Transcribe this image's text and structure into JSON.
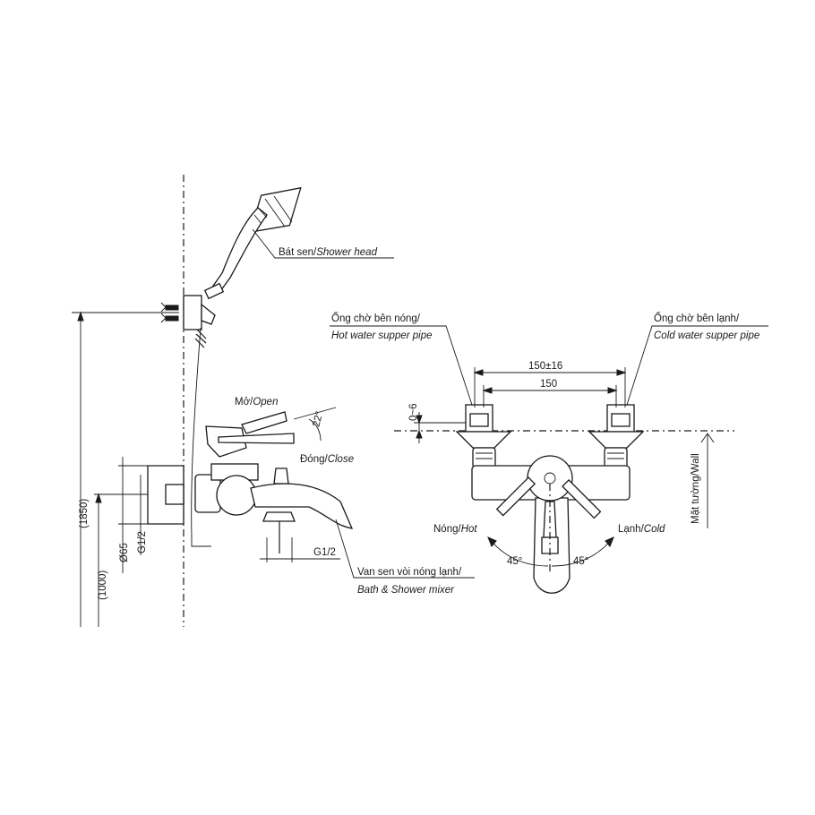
{
  "labels": {
    "shower_head_vi": "Bát sen/",
    "shower_head_en": "Shower head",
    "open_vi": "Mở/",
    "open_en": "Open",
    "close_vi": "Đóng/",
    "close_en": "Close",
    "angle_22": "22°",
    "hot_pipe_vi": "Ống chờ bên nóng/",
    "hot_pipe_en": "Hot water supper pipe",
    "cold_pipe_vi": "Ống chờ bên lạnh/",
    "cold_pipe_en": "Cold water supper pipe",
    "dim_150_16": "150±16",
    "dim_150": "150",
    "dim_0_6": "0~6",
    "wall": "Mặt tường/Wall",
    "hot_vi": "Nóng/",
    "hot_en": "Hot",
    "cold_vi": "Lạnh/",
    "cold_en": "Cold",
    "angle_45_left": "45°",
    "angle_45_right": "45°",
    "dim_1850": "(1850)",
    "dim_1000": "(1000)",
    "dim_phi65": "Ø65",
    "dim_g12_left": "G1/2",
    "dim_g12_bottom": "G1/2",
    "mixer_vi": "Van sen vòi nóng lạnh/",
    "mixer_en": "Bath & Shower mixer"
  }
}
